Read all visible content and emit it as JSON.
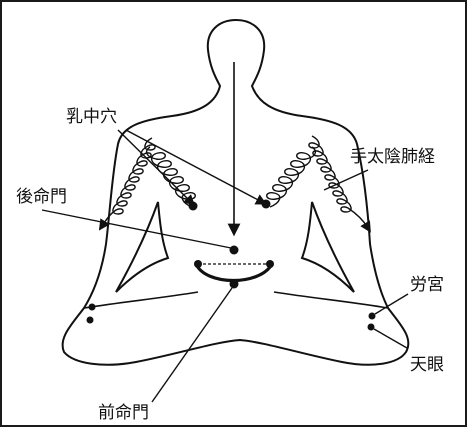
{
  "labels": {
    "nyuchuketsu": "乳中穴",
    "shutaiin_haikei": "手太陰肺経",
    "koumeimon": "後命門",
    "roukyuu": "労宮",
    "tengan": "天眼",
    "zenmeimon": "前命門"
  },
  "colors": {
    "line": "#111111",
    "border": "#1a1a1a",
    "background": "#ffffff"
  }
}
